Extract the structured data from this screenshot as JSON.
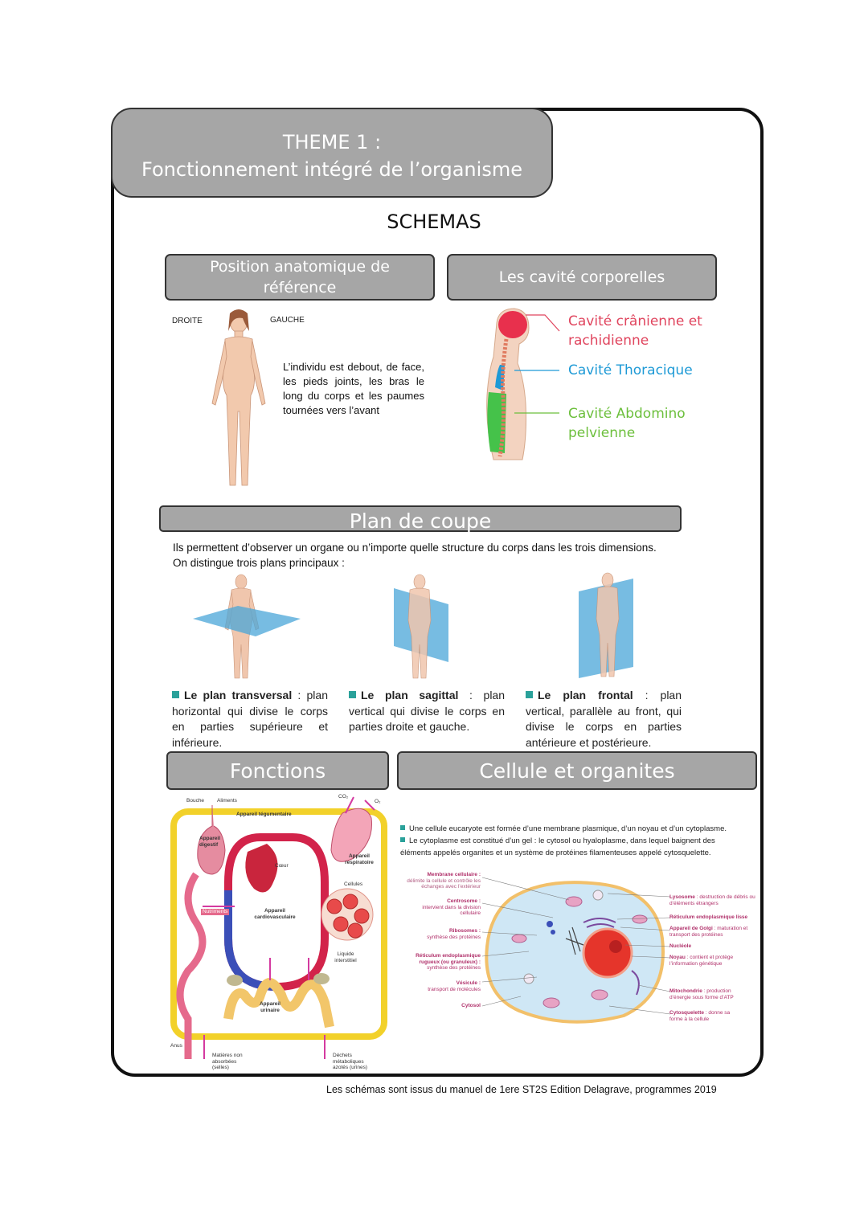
{
  "header": {
    "theme_line1": "THEME 1 :",
    "theme_line2": "Fonctionnement intégré de l’organisme",
    "schemas_title": "SCHEMAS"
  },
  "position": {
    "title": "Position anatomique de référence",
    "label_droite": "DROITE",
    "label_gauche": "GAUCHE",
    "description": "L’individu est debout, de face, les pieds joints, les bras le long du corps et les paumes tournées vers l’avant"
  },
  "cavites": {
    "title": "Les cavité corporelles",
    "cranienne": "Cavité crânienne et rachidienne",
    "thoracique": "Cavité Thoracique",
    "abdomino": "Cavité Abdomino pelvienne",
    "colors": {
      "cranienne": "#e0455e",
      "thoracique": "#1e9ad6",
      "abdomino": "#6cbf3c"
    }
  },
  "plan_coupe": {
    "title": "Plan de coupe",
    "intro_line1": "Ils permettent d’observer un organe ou n’importe quelle structure du corps dans les trois dimensions.",
    "intro_line2": "On distingue trois plans principaux :",
    "transversal": {
      "name": "Le plan transversal",
      "text": " : plan horizontal qui divise le corps en parties supérieure et inférieure."
    },
    "sagittal": {
      "name": "Le plan sagittal",
      "text": " : plan vertical qui divise le corps en parties droite et gauche."
    },
    "frontal": {
      "name": "Le plan frontal",
      "text": " : plan vertical, parallèle au front, qui divise le corps en parties antérieure et postérieure."
    }
  },
  "fonctions": {
    "title": "Fonctions",
    "labels": {
      "bouche": "Bouche",
      "aliments": "Aliments",
      "co2": "CO₂",
      "o2": "O₂",
      "tegumentaire": "Appareil tégumentaire",
      "digestif": "Appareil digestif",
      "coeur": "Cœur",
      "respiratoire": "Appareil respiratoire",
      "cellules": "Cellules",
      "nutriments": "Nutriments",
      "cardio": "Appareil cardiovasculaire",
      "liquide": "Liquide interstitiel",
      "urinaire": "Appareil urinaire",
      "anus": "Anus",
      "matieres": "Matières non absorbées (selles)",
      "dechets": "Déchets métaboliques azotés (urines)"
    }
  },
  "cellule": {
    "title": "Cellule et organites",
    "text1": "Une cellule eucaryote est formée d’une membrane plasmique, d’un noyau et d’un cytoplasme.",
    "text2": "Le cytoplasme est constitué d’un gel : le cytosol ou hyaloplasme, dans lequel baignent des éléments appelés organites et un système de protéines filamenteuses appelé cytosquelette.",
    "left_labels": [
      {
        "title": "Membrane cellulaire :",
        "desc": "délimite la cellule et contrôle les échanges avec l’extérieur"
      },
      {
        "title": "Centrosome :",
        "desc": "intervient dans la division cellulaire"
      },
      {
        "title": "Ribosomes :",
        "desc": "synthèse des protéines"
      },
      {
        "title": "Réticulum endoplasmique rugueux (ou granuleux) :",
        "desc": "synthèse des protéines"
      },
      {
        "title": "Vésicule :",
        "desc": "transport de molécules"
      },
      {
        "title": "Cytosol",
        "desc": ""
      }
    ],
    "right_labels": [
      {
        "title": "Lysosome",
        "desc": " : destruction de débris ou d’éléments étrangers"
      },
      {
        "title": "Réticulum endoplasmique lisse",
        "desc": ""
      },
      {
        "title": "Appareil de Golgi",
        "desc": " : maturation et transport des protéines"
      },
      {
        "title": "Nucléole",
        "desc": ""
      },
      {
        "title": "Noyau",
        "desc": " : contient et protège l’information génétique"
      },
      {
        "title": "Mitochondrie",
        "desc": " : production d’énergie sous forme d’ATP"
      },
      {
        "title": "Cytosquelette",
        "desc": " : donne sa forme à la cellule"
      }
    ]
  },
  "footer": "Les schémas sont issus du manuel de 1ere ST2S Edition Delagrave, programmes 2019"
}
